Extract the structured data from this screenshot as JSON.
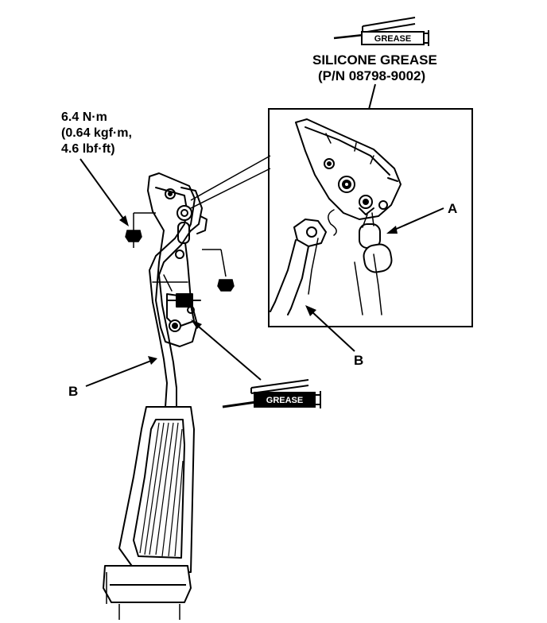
{
  "torque": {
    "line1": "6.4 N·m",
    "line2": "(0.64 kgf·m,",
    "line3": "4.6 lbf·ft)"
  },
  "grease_spec": {
    "name": "SILICONE GREASE",
    "part_number": "(P/N 08798-9002)"
  },
  "grease_tube_label": "GREASE",
  "callouts": {
    "a": "A",
    "b_inset": "B",
    "b_main": "B"
  }
}
